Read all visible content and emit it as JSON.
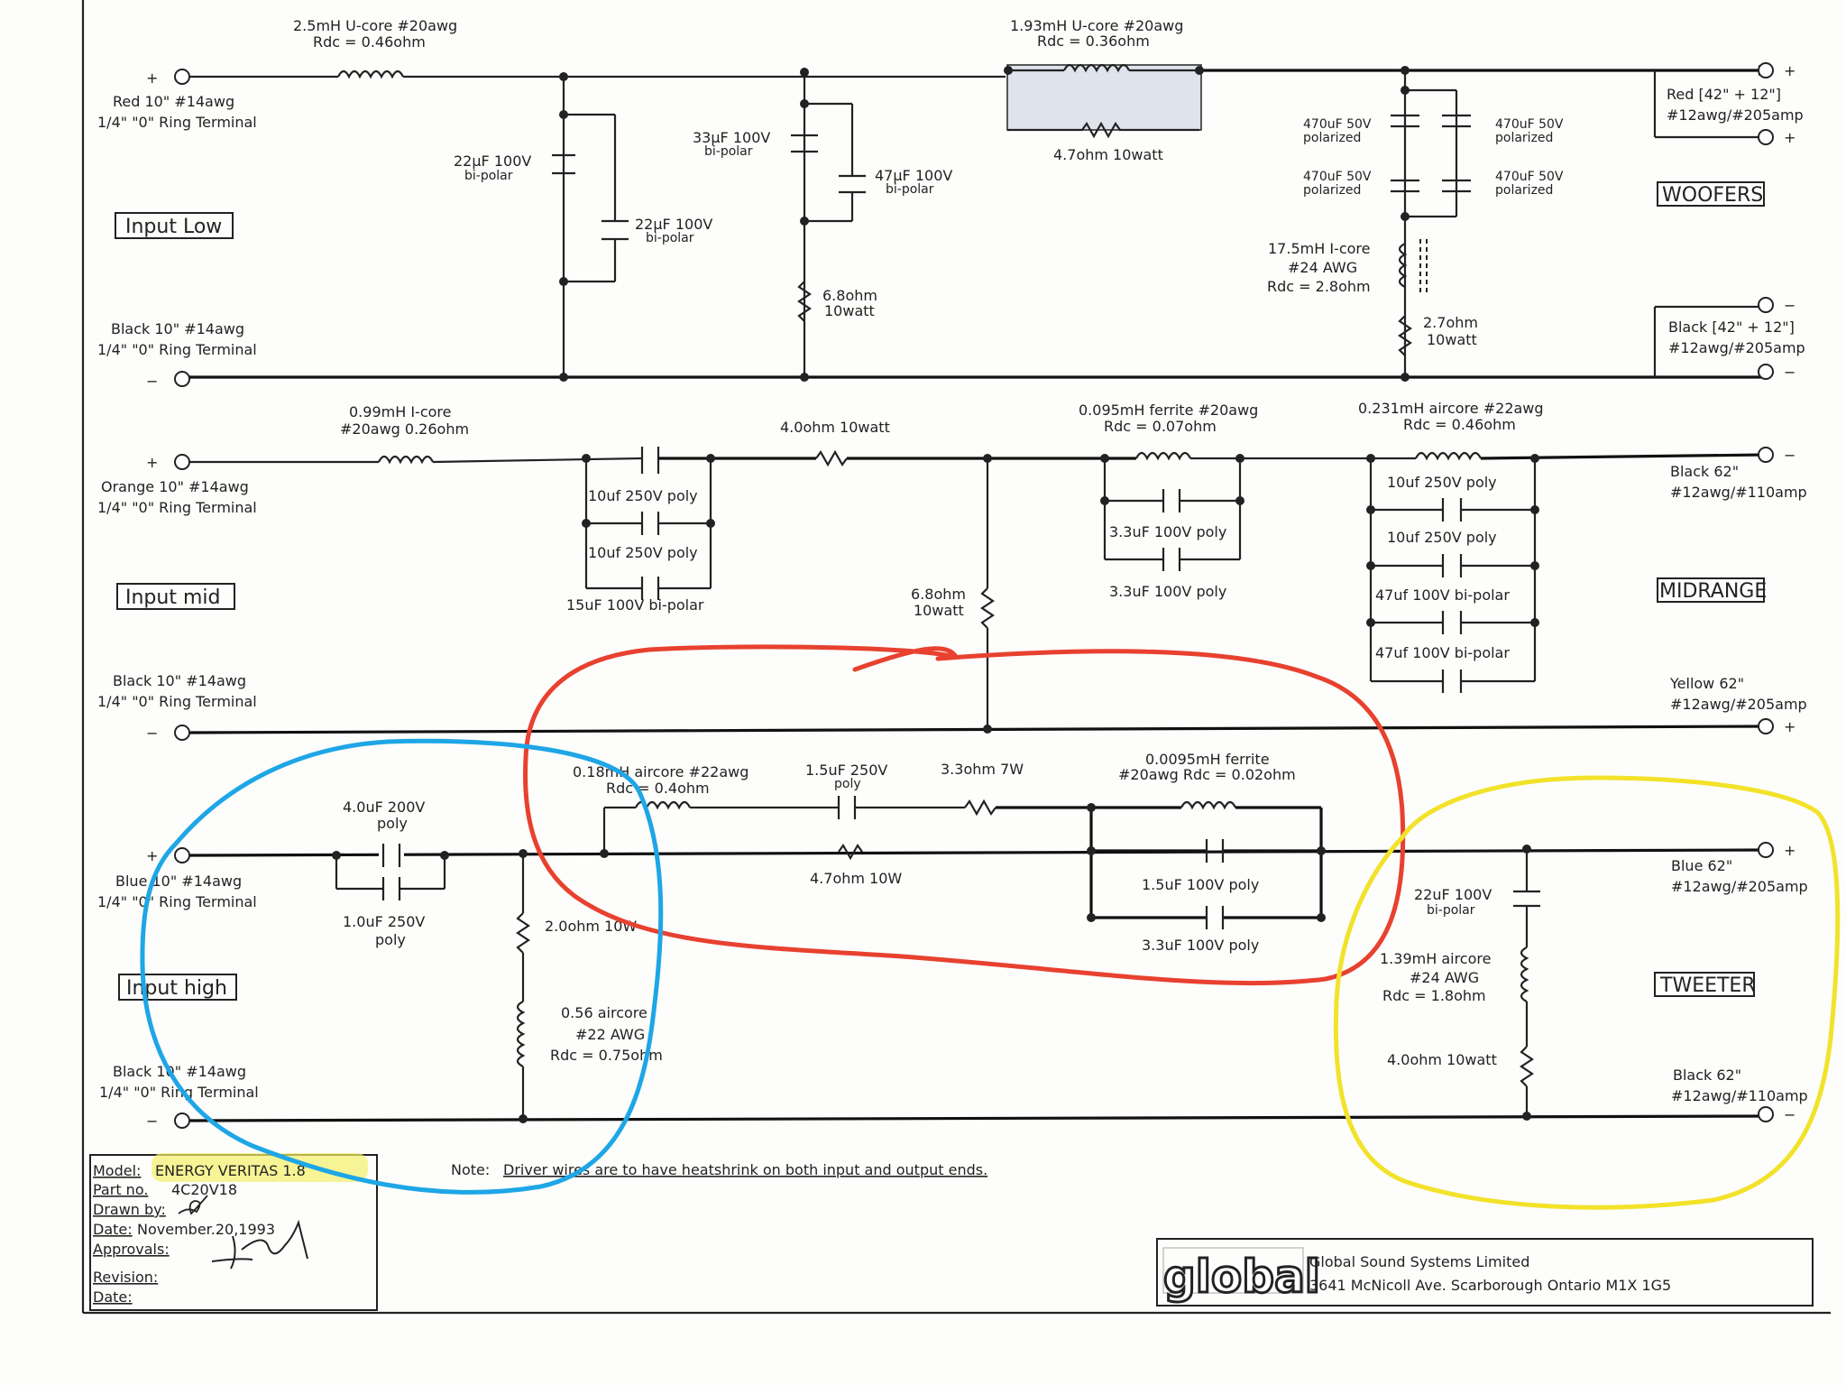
{
  "woofer_section": {
    "input_pos": "Red 10\" #14awg",
    "input_pos_term": "1/4\" \"0\" Ring Terminal",
    "input_neg": "Black 10\" #14awg",
    "input_neg_term": "1/4\" \"0\" Ring Terminal",
    "input_label": "Input Low",
    "l1": "2.5mH U-core #20awg",
    "l1_rdc": "Rdc = 0.46ohm",
    "c1": "22µF 100V",
    "c1_type": "bi-polar",
    "c2": "22µF 100V",
    "c2_type": "bi-polar",
    "c3": "33µF 100V",
    "c3_type": "bi-polar",
    "c4": "47µF 100V",
    "c4_type": "bi-polar",
    "r1": "6.8ohm",
    "r1_w": "10watt",
    "l2": "1.93mH U-core #20awg",
    "l2_rdc": "Rdc = 0.36ohm",
    "r2": "4.7ohm 10watt",
    "cap_a": "470uF 50V",
    "cap_a_type": "polarized",
    "cap_b": "470uF 50V",
    "cap_b_type": "polarized",
    "cap_c": "470uF 50V",
    "cap_c_type": "polarized",
    "cap_d": "470uF 50V",
    "cap_d_type": "polarized",
    "l3": "17.5mH I-core",
    "l3_awg": "#24 AWG",
    "l3_rdc": "Rdc = 2.8ohm",
    "r3": "2.7ohm",
    "r3_w": "10watt",
    "out_pos": "Red [42\" + 12\"]",
    "out_pos_wire": "#12awg/#205amp",
    "out_neg": "Black [42\" + 12\"]",
    "out_neg_wire": "#12awg/#205amp",
    "driver": "WOOFERS"
  },
  "mid_section": {
    "input_pos": "Orange 10\" #14awg",
    "input_pos_term": "1/4\" \"0\" Ring Terminal",
    "input_neg": "Black 10\" #14awg",
    "input_neg_term": "1/4\" \"0\" Ring Terminal",
    "input_label": "Input mid",
    "l1": "0.99mH I-core",
    "l1_awg": "#20awg 0.26ohm",
    "c1": "10uf 250V poly",
    "c2": "10uf 250V poly",
    "c3": "15uF 100V bi-polar",
    "r1": "4.0ohm 10watt",
    "r2": "6.8ohm",
    "r2_w": "10watt",
    "l2": "0.095mH ferrite #20awg",
    "l2_rdc": "Rdc = 0.07ohm",
    "c4": "3.3uF 100V poly",
    "c5": "3.3uF 100V poly",
    "l3": "0.231mH aircore #22awg",
    "l3_rdc": "Rdc = 0.46ohm",
    "c6": "10uf 250V poly",
    "c7": "10uf 250V poly",
    "c8": "47uf 100V bi-polar",
    "c9": "47uf 100V bi-polar",
    "out_neg": "Black 62\"",
    "out_neg_wire": "#12awg/#110amp",
    "out_pos": "Yellow 62\"",
    "out_pos_wire": "#12awg/#205amp",
    "driver": "MIDRANGE"
  },
  "high_section": {
    "input_pos": "Blue 10\" #14awg",
    "input_pos_term": "1/4\" \"0\" Ring Terminal",
    "input_neg": "Black 10\" #14awg",
    "input_neg_term": "1/4\" \"0\" Ring Terminal",
    "input_label": "Input high",
    "c1": "4.0uF 200V",
    "c1_type": "poly",
    "c2": "1.0uF 250V",
    "c2_type": "poly",
    "r1": "2.0ohm 10W",
    "l1": "0.56 aircore",
    "l1_awg": "#22 AWG",
    "l1_rdc": "Rdc = 0.75ohm",
    "l2": "0.18mH aircore #22awg",
    "l2_rdc": "Rdc = 0.4ohm",
    "c3": "1.5uF 250V",
    "c3_type": "poly",
    "r2": "3.3ohm 7W",
    "r3": "4.7ohm 10W",
    "l3": "0.0095mH ferrite",
    "l3_rdc": "#20awg Rdc = 0.02ohm",
    "c4": "1.5uF 100V poly",
    "c5": "3.3uF 100V poly",
    "c6": "22uF 100V",
    "c6_type": "bi-polar",
    "l4": "1.39mH aircore",
    "l4_awg": "#24 AWG",
    "l4_rdc": "Rdc = 1.8ohm",
    "r4": "4.0ohm 10watt",
    "out_pos": "Blue 62\"",
    "out_pos_wire": "#12awg/#205amp",
    "out_neg": "Black 62\"",
    "out_neg_wire": "#12awg/#110amp",
    "driver": "TWEETER"
  },
  "symbols": {
    "plus": "+",
    "minus": "−"
  },
  "note": {
    "prefix": "Note:",
    "text": "Driver wires are to have heatshrink on both input and output ends."
  },
  "title_block": {
    "model_label": "Model:",
    "model": "ENERGY VERITAS 1.8",
    "part_label": "Part no.",
    "part": "4C20V18",
    "drawn_label": "Drawn by:",
    "date_label": "Date:",
    "date": "November.20,1993",
    "approvals_label": "Approvals:",
    "revision_label": "Revision:",
    "date2_label": "Date:"
  },
  "company": {
    "logo": "global",
    "name": "Global Sound Systems Limited",
    "address": "3641 McNicoll Ave. Scarborough Ontario M1X 1G5"
  },
  "colors": {
    "ink": "#222222",
    "red_annotation": "#e8412f",
    "blue_annotation": "#1ea6e6",
    "yellow_annotation": "#f2e22a",
    "highlight": "#f3f06a"
  }
}
